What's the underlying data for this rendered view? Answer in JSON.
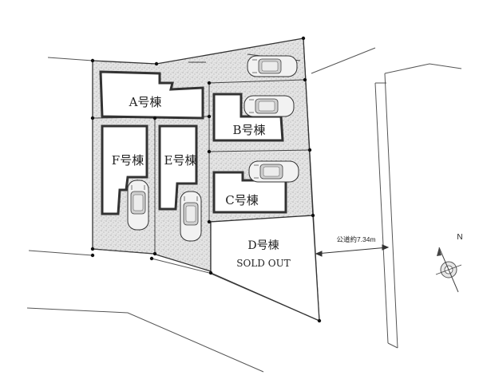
{
  "lots": {
    "a": {
      "name": "A号棟"
    },
    "b": {
      "name": "B号棟"
    },
    "c": {
      "name": "C号棟"
    },
    "d": {
      "name": "D号棟",
      "status": "SOLD OUT"
    },
    "e": {
      "name": "E号棟"
    },
    "f": {
      "name": "F号棟"
    }
  },
  "road": {
    "label": "公道約7.34m"
  },
  "compass": {
    "north_label": "N"
  },
  "colors": {
    "stipple": "#d9d9d9",
    "building_fill": "#ffffff",
    "outline": "#333333",
    "background": "#ffffff"
  }
}
